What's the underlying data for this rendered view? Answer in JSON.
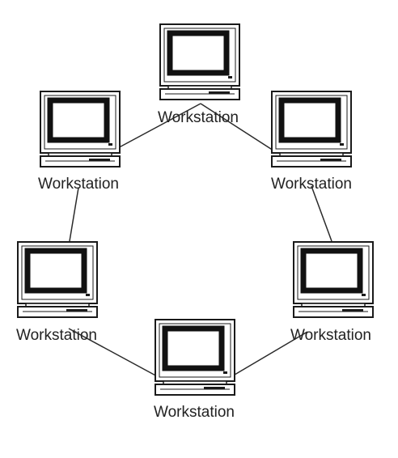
{
  "diagram": {
    "type": "ring-network",
    "colors": {
      "stroke": "#1a1a1a",
      "link": "#2a2a2a",
      "monitor_frame": "#ffffff",
      "screen": "#ffffff",
      "background": "#ffffff"
    },
    "nodes": [
      {
        "id": "top",
        "label": "Workstation",
        "icon": "workstation-computer-icon"
      },
      {
        "id": "upper-right",
        "label": "Workstation",
        "icon": "workstation-computer-icon"
      },
      {
        "id": "lower-right",
        "label": "Workstation",
        "icon": "workstation-computer-icon"
      },
      {
        "id": "bottom",
        "label": "Workstation",
        "icon": "workstation-computer-icon"
      },
      {
        "id": "lower-left",
        "label": "Workstation",
        "icon": "workstation-computer-icon"
      },
      {
        "id": "upper-left",
        "label": "Workstation",
        "icon": "workstation-computer-icon"
      }
    ],
    "links": [
      {
        "from": "top",
        "to": "upper-right"
      },
      {
        "from": "upper-right",
        "to": "lower-right"
      },
      {
        "from": "lower-right",
        "to": "bottom"
      },
      {
        "from": "bottom",
        "to": "lower-left"
      },
      {
        "from": "lower-left",
        "to": "upper-left"
      },
      {
        "from": "upper-left",
        "to": "top"
      }
    ]
  }
}
